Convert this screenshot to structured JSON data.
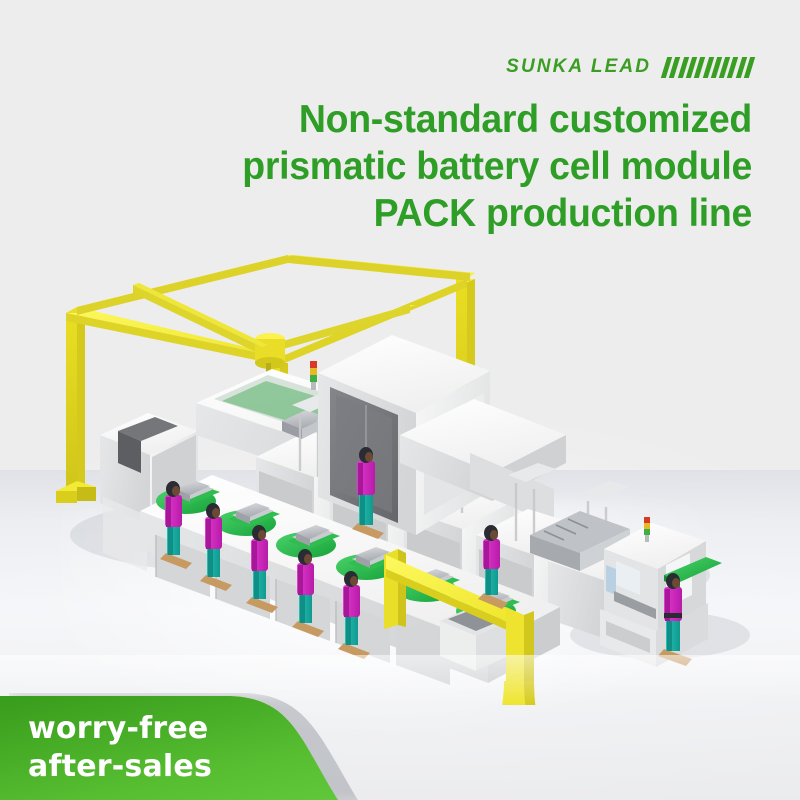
{
  "page": {
    "background_color": "#ededed",
    "brand_green": "#3a9e22",
    "headline_green": "#2f9e27",
    "ribbon_green_dark": "#389c1c",
    "ribbon_green_light": "#63c93c"
  },
  "brand": {
    "name": "SUNKA LEAD",
    "bar_count": 11,
    "bar_color": "#3a9e22"
  },
  "headline": {
    "line1": "Non-standard customized",
    "line2": "prismatic battery cell module",
    "line3": "PACK production line"
  },
  "ribbon": {
    "line1": "worry-free",
    "line2": "after-sales"
  },
  "scene": {
    "title": "prismatic-battery-pack-production-line-3d-render",
    "colors": {
      "gantry_yellow": "#f2e92c",
      "gantry_yellow_dark": "#d9cf1f",
      "machine_white": "#f4f4f3",
      "machine_shade": "#d8d9da",
      "machine_dark_glass": "#6e6e70",
      "conveyor_green": "#2fb84a",
      "worker_top": "#d426c4",
      "worker_pants": "#18b0a4",
      "worker_hair": "#2b2b33",
      "worker_platform": "#c79a62",
      "module_gray": "#b9bcc1",
      "floor": "#eef0f3"
    },
    "worker_count": 8,
    "station_count": 7,
    "has_gantry_crane": true,
    "has_jib_crane": true,
    "has_signal_tower": true
  }
}
